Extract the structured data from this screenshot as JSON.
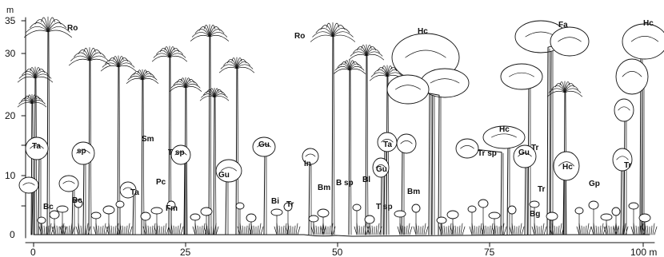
{
  "axes": {
    "y_unit": "m",
    "y_ticks": [
      "35",
      "30",
      "20",
      "10",
      "0"
    ],
    "x_ticks": [
      "0",
      "25",
      "50",
      "75",
      "100 m"
    ]
  },
  "species_labels": [
    "Ro",
    "Ro",
    "Hc",
    "Fa",
    "Hc",
    "Ta",
    "sp",
    "Sm",
    "T sp",
    "Gu",
    "Gu",
    "Hc",
    "Tr sp",
    "Gu",
    "Tr",
    "Ta",
    "Gu",
    "In",
    "B sp",
    "Bl",
    "Bm",
    "Bm",
    "Pc",
    "Ta",
    "Fm",
    "Bi",
    "Tr",
    "T sp",
    "Bc",
    "Bc",
    "Hc",
    "Gp",
    "Tr",
    "Tr",
    "Bg"
  ]
}
